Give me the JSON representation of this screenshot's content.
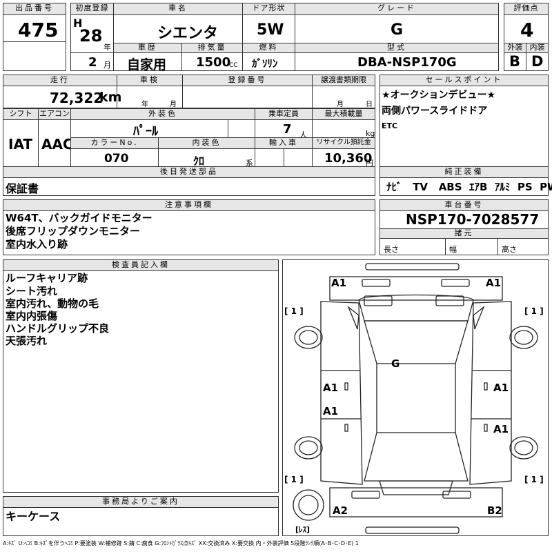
{
  "lot": {
    "label": "出品番号",
    "value": "475"
  },
  "reg": {
    "label": "初度登録",
    "era": "H",
    "year": "28",
    "year_unit": "年",
    "month": "2",
    "month_unit": "月"
  },
  "car": {
    "label": "車名",
    "value": "シエンタ"
  },
  "doors": {
    "label": "ドア形状",
    "value": "5W"
  },
  "grade": {
    "label": "グレード",
    "value": "G"
  },
  "score": {
    "label": "評価点",
    "value": "4"
  },
  "history": {
    "label": "車歴",
    "value": "自家用"
  },
  "displacement": {
    "label": "排気量",
    "value": "1500",
    "unit": "CC"
  },
  "fuel": {
    "label": "燃料",
    "value": "ｶﾞｿﾘﾝ"
  },
  "model": {
    "label": "型式",
    "value": "DBA-NSP170G"
  },
  "ext_grade": {
    "label": "外装",
    "value": "B"
  },
  "int_grade": {
    "label": "内装",
    "value": "D"
  },
  "mileage": {
    "label": "走行",
    "value": "72,322",
    "unit": "km"
  },
  "inspection": {
    "label": "車検",
    "year_unit": "年",
    "month_unit": "月"
  },
  "plate": {
    "label": "登録番号"
  },
  "transfer": {
    "label": "譲渡書類期限",
    "month_unit": "月",
    "day_unit": "日"
  },
  "shift": {
    "label": "シフト",
    "value": "IAT"
  },
  "ac": {
    "label": "エアコン",
    "value": "AAC"
  },
  "ext_color": {
    "label": "外装色",
    "value": "ﾊﾟｰﾙ"
  },
  "capacity": {
    "label": "乗車定員",
    "value": "7",
    "unit": "人"
  },
  "max_load": {
    "label": "最大積載量",
    "unit": "kg"
  },
  "color_no": {
    "label": "カラーNo.",
    "value": "070"
  },
  "int_color": {
    "label": "内装色",
    "value": "ｸﾛ",
    "unit": "系"
  },
  "import": {
    "label": "輸入車"
  },
  "recycle": {
    "label": "リサイクル預託金",
    "value": "10,360",
    "unit": "円"
  },
  "later_parts": {
    "label": "後日発送部品",
    "value": "保証書"
  },
  "selling_points": {
    "label": "セールスポイント",
    "lines": [
      "★オークションデビュー★",
      "両側パワースライドドア",
      "ETC"
    ]
  },
  "equipment": {
    "label": "純正装備",
    "items": [
      "ﾅﾋﾞ",
      "TV",
      "ABS",
      "ｴｱB",
      "ｱﾙﾐ",
      "PS",
      "PW"
    ]
  },
  "notes": {
    "label": "注意事項欄",
    "lines": [
      "W64T、バックガイドモニター",
      "後席フリップダウンモニター",
      "室内水入り跡"
    ]
  },
  "chassis": {
    "label": "車台番号",
    "value": "NSP170-7028577"
  },
  "dims": {
    "label": "諸元",
    "length": "長さ",
    "width": "幅",
    "height": "高さ"
  },
  "inspector": {
    "label": "検査員記入欄",
    "lines": [
      "ルーフキャリア跡",
      "シート汚れ",
      "室内汚れ、動物の毛",
      "室内内張傷",
      "ハンドルグリップ不良",
      "天張汚れ"
    ]
  },
  "office": {
    "label": "事務局よりご案内",
    "value": "キーケース"
  },
  "diagram": {
    "A1_front_left": "A1",
    "A1_front_right": "A1",
    "G_roof": "G",
    "A1_left_mid": "A1",
    "A1_right_mid": "A1",
    "A1_left_low": "A1",
    "A1_right_low": "A1",
    "A2_rear_left": "A2",
    "B2_rear_right": "B2",
    "tire_fl": "[ 1 ]",
    "tire_fr": "[ 1 ]",
    "tire_rl": "[ 1 ]",
    "tire_rr": "[ 1 ]",
    "spare": "[ﾚｽ]"
  },
  "legend": "A:ｷｽﾞ U:ﾍｺﾐ B:ｷｽﾞを伴うﾍｺﾐ P:要塗装 W:補修跡 S:錆 C:腐食 G:ﾌﾛﾝﾄｶﾞﾗｽ点ｷｽﾞ XX:交換済み X:要交換 内・外装評価 5段階ﾗﾝｸ順(A･B･C･D･E) 1"
}
